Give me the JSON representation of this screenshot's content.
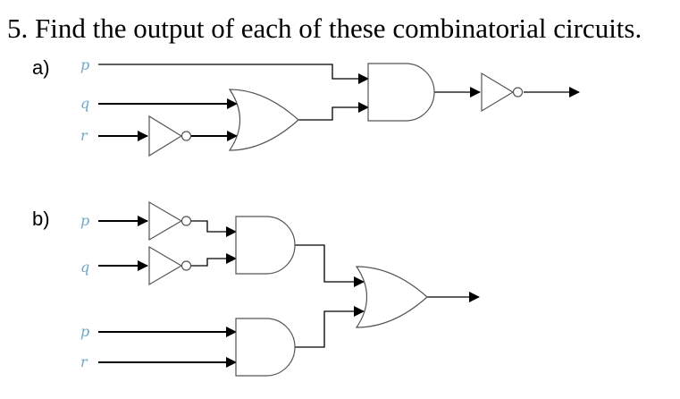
{
  "question": "5. Find the output of each of these combinatorial circuits.",
  "parts": [
    {
      "label": "a)",
      "inputs": [
        "p",
        "q",
        "r"
      ],
      "gates": [
        "NOT",
        "OR",
        "AND",
        "NOT"
      ]
    },
    {
      "label": "b)",
      "inputs": [
        "p",
        "q",
        "p",
        "r"
      ],
      "gates": [
        "NOT",
        "NOT",
        "AND",
        "AND",
        "OR"
      ]
    }
  ],
  "colors": {
    "wire": "#000000",
    "gate_stroke": "#555555",
    "variable": "#6fa8c8"
  }
}
